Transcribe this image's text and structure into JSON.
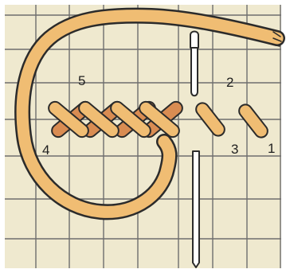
{
  "diagram": {
    "step_labels": [
      "1",
      "2",
      "3",
      "4",
      "5"
    ],
    "colors": {
      "background": "#efe9cf",
      "grid": "#6e6e6e",
      "thread_fill": "#f0bd73",
      "stitch_shadow": "#d98c52",
      "outline": "#2b2b2b",
      "needle": "#ffffff"
    }
  }
}
